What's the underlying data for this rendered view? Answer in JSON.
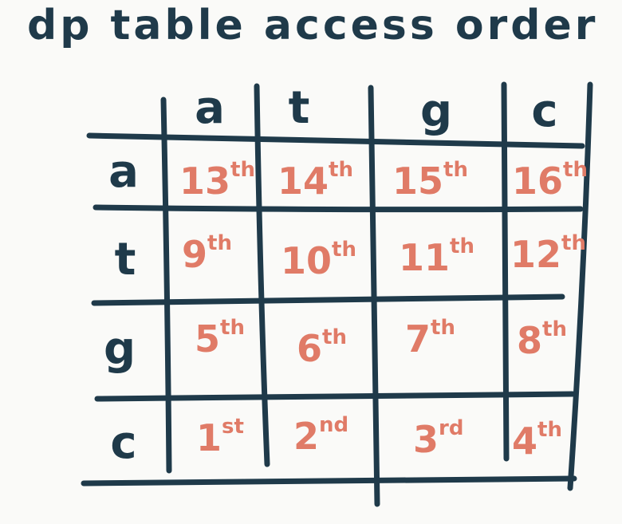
{
  "title": "dp table access order",
  "colors": {
    "ink": "#1f3a4a",
    "order": "#e07b67"
  },
  "columns": [
    "a",
    "t",
    "g",
    "c"
  ],
  "rows": [
    "a",
    "t",
    "g",
    "c"
  ],
  "cells": [
    [
      {
        "n": "13",
        "s": "th"
      },
      {
        "n": "14",
        "s": "th"
      },
      {
        "n": "15",
        "s": "th"
      },
      {
        "n": "16",
        "s": "th"
      }
    ],
    [
      {
        "n": "9",
        "s": "th"
      },
      {
        "n": "10",
        "s": "th"
      },
      {
        "n": "11",
        "s": "th"
      },
      {
        "n": "12",
        "s": "th"
      }
    ],
    [
      {
        "n": "5",
        "s": "th"
      },
      {
        "n": "6",
        "s": "th"
      },
      {
        "n": "7",
        "s": "th"
      },
      {
        "n": "8",
        "s": "th"
      }
    ],
    [
      {
        "n": "1",
        "s": "st"
      },
      {
        "n": "2",
        "s": "nd"
      },
      {
        "n": "3",
        "s": "rd"
      },
      {
        "n": "4",
        "s": "th"
      }
    ]
  ]
}
